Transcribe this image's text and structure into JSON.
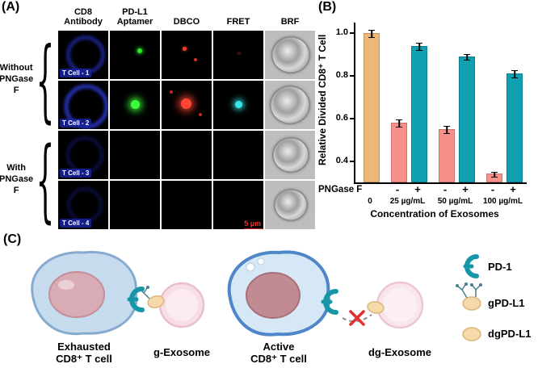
{
  "panelA": {
    "label": "(A)",
    "columns": [
      "CD8 Antibody",
      "PD-L1 Aptamer",
      "DBCO",
      "FRET",
      "BRF"
    ],
    "groups": [
      {
        "label": "Without PNGase F"
      },
      {
        "label": "With PNGase F"
      }
    ],
    "cells": [
      "T Cell - 1",
      "T Cell - 2",
      "T Cell - 3",
      "T Cell - 4"
    ],
    "scale_bar": "5 µm"
  },
  "panelB": {
    "label": "(B)"
  },
  "chart_data": {
    "type": "bar",
    "title": "",
    "ylabel": "Relative Divided CD8⁺ T Cell",
    "xlabel": "Concentration of Exosomes",
    "group_row_label": "PNGase F",
    "ymin": 0.3,
    "ymax": 1.05,
    "yticks": [
      0.4,
      0.6,
      0.8,
      1.0
    ],
    "grid": false,
    "legend": "none",
    "colors": {
      "orange": "#EDB877",
      "pink": "#F8908A",
      "teal": "#0FA0B2"
    },
    "bars": [
      {
        "category": "0",
        "pngase": "",
        "value": 1.0,
        "error": 0.015,
        "color": "orange"
      },
      {
        "category": "25 µg/mL",
        "pngase": "-",
        "value": 0.58,
        "error": 0.015,
        "color": "pink"
      },
      {
        "category": "25 µg/mL",
        "pngase": "+",
        "value": 0.94,
        "error": 0.015,
        "color": "teal"
      },
      {
        "category": "50 µg/mL",
        "pngase": "-",
        "value": 0.55,
        "error": 0.015,
        "color": "pink"
      },
      {
        "category": "50 µg/mL",
        "pngase": "+",
        "value": 0.89,
        "error": 0.012,
        "color": "teal"
      },
      {
        "category": "100 µg/mL",
        "pngase": "-",
        "value": 0.34,
        "error": 0.01,
        "color": "pink"
      },
      {
        "category": "100 µg/mL",
        "pngase": "+",
        "value": 0.81,
        "error": 0.015,
        "color": "teal"
      }
    ]
  },
  "panelC": {
    "label": "(C)",
    "captions": {
      "exhausted_1": "Exhausted",
      "exhausted_2": "CD8⁺ T cell",
      "g_exosome": "g-Exosome",
      "active_1": "Active",
      "active_2": "CD8⁺ T cell",
      "dg_exosome": "dg-Exosome"
    },
    "legend": {
      "pd1": "PD-1",
      "gpdl1": "gPD-L1",
      "dgpdl1": "dgPD-L1"
    }
  }
}
